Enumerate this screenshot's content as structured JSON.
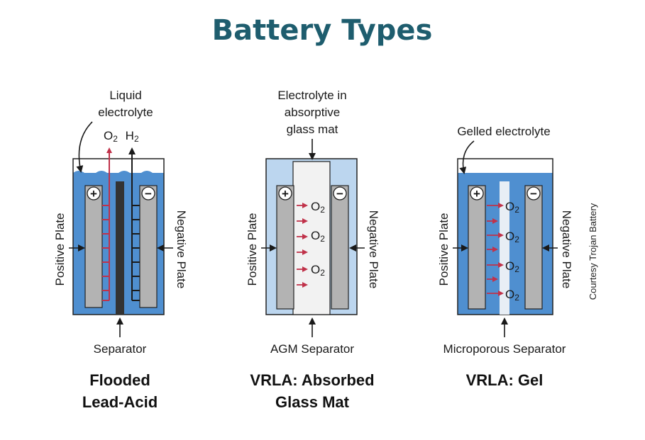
{
  "title": "Battery Types",
  "credit": "Courtesy Trojan Battery",
  "colors": {
    "title": "#1e5d6e",
    "electrolyte": "#4f8fd0",
    "electrolyte_light": "#bcd6ef",
    "plate": "#b3b3b3",
    "separator_dark": "#333333",
    "agm_mat": "#f2f2f2",
    "arrow_red": "#c0324a",
    "outline": "#222222"
  },
  "panels": [
    {
      "id": "flooded",
      "top_label": [
        "Liquid",
        "electrolyte"
      ],
      "gas_labels": [
        "O",
        "2",
        "H",
        "2"
      ],
      "left_plate": "Positive Plate",
      "right_plate": "Negative Plate",
      "plus": "+",
      "minus": "−",
      "separator": "Separator",
      "caption": [
        "Flooded",
        "Lead-Acid"
      ]
    },
    {
      "id": "agm",
      "top_label": [
        "Electrolyte in",
        "absorptive",
        "glass mat"
      ],
      "o2": [
        "O",
        "2"
      ],
      "left_plate": "Positive Plate",
      "right_plate": "Negative Plate",
      "plus": "+",
      "minus": "−",
      "separator": "AGM Separator",
      "caption": [
        "VRLA: Absorbed",
        "Glass Mat"
      ]
    },
    {
      "id": "gel",
      "top_label": [
        "Gelled electrolyte"
      ],
      "o2": [
        "O",
        "2"
      ],
      "left_plate": "Positive Plate",
      "right_plate": "Negative Plate",
      "plus": "+",
      "minus": "−",
      "separator": "Microporous Separator",
      "caption": [
        "VRLA: Gel"
      ]
    }
  ]
}
